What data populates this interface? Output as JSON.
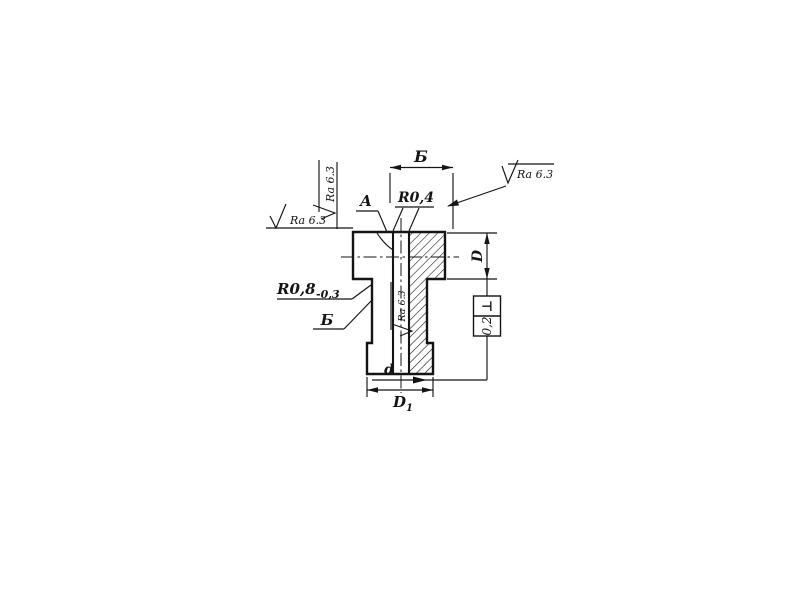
{
  "page": {
    "background": "#ffffff",
    "ink": "#141414"
  },
  "drawing": {
    "labels": {
      "dim_width_top": "Б",
      "surface_label_a": "A",
      "radius_small": "R0,4",
      "radius_left": "R0,8",
      "radius_left_tolerance": "-0,3",
      "section_label": "Б",
      "dim_diameter_outer": "D",
      "dim_diameter_small": "d",
      "dim_diameter_bottom_main": "D",
      "dim_diameter_bottom_sub": "1"
    },
    "roughness": {
      "top_left_rotated": "Ra 6.3",
      "left": "Ra 6.3",
      "top_right": "Ra 6.3",
      "bore": "Ra 6.3"
    },
    "tolerance_frame": {
      "symbol": "⊥",
      "value": "0,2"
    }
  }
}
